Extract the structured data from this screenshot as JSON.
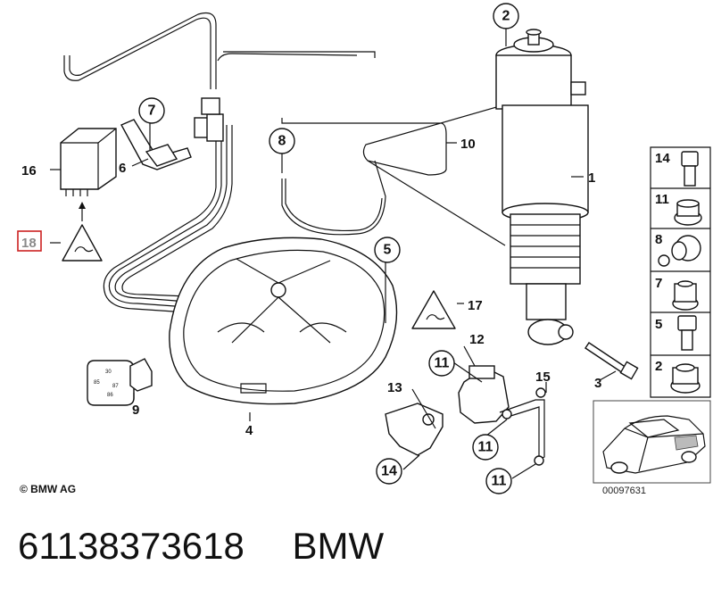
{
  "labels": {
    "l1": "1",
    "l2": "2",
    "l3": "3",
    "l4": "4",
    "l5": "5",
    "l6": "6",
    "l7": "7",
    "l8": "8",
    "l9": "9",
    "l10": "10",
    "l11": "11",
    "l12": "12",
    "l13": "13",
    "l14": "14",
    "l15": "15",
    "l16": "16",
    "l17": "17",
    "l18": "18"
  },
  "sidebar": [
    {
      "num": "14",
      "part": "bolt"
    },
    {
      "num": "11",
      "part": "nut"
    },
    {
      "num": "8",
      "part": "connector"
    },
    {
      "num": "7",
      "part": "nut"
    },
    {
      "num": "5",
      "part": "bolt"
    },
    {
      "num": "2",
      "part": "nut"
    }
  ],
  "highlight_color": "#cc2222",
  "copyright": "© BMW AG",
  "diagram_ref": "00097631",
  "footer": {
    "part_number": "61138373618",
    "brand": "BMW"
  }
}
